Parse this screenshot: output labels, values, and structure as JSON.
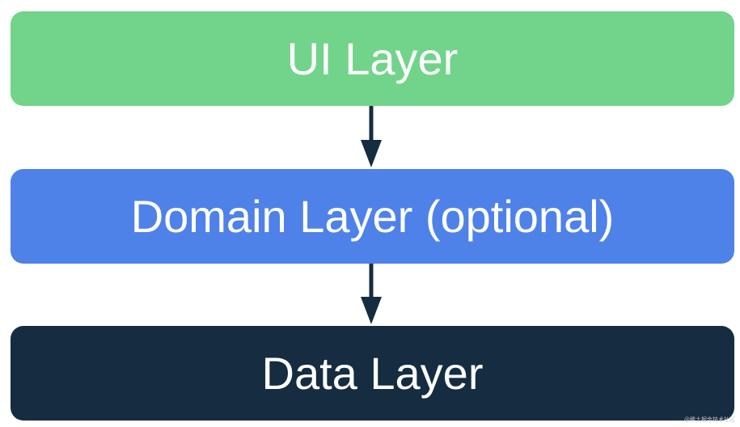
{
  "layers": [
    {
      "label": "UI Layer",
      "fill": "#72d48a",
      "text_color": "#ffffff"
    },
    {
      "label": "Domain Layer (optional)",
      "fill": "#4f82e8",
      "text_color": "#ffffff"
    },
    {
      "label": "Data Layer",
      "fill": "#162c40",
      "text_color": "#ffffff"
    }
  ],
  "arrow_color": "#162c40",
  "watermark": "@稀土掘金技术社区"
}
